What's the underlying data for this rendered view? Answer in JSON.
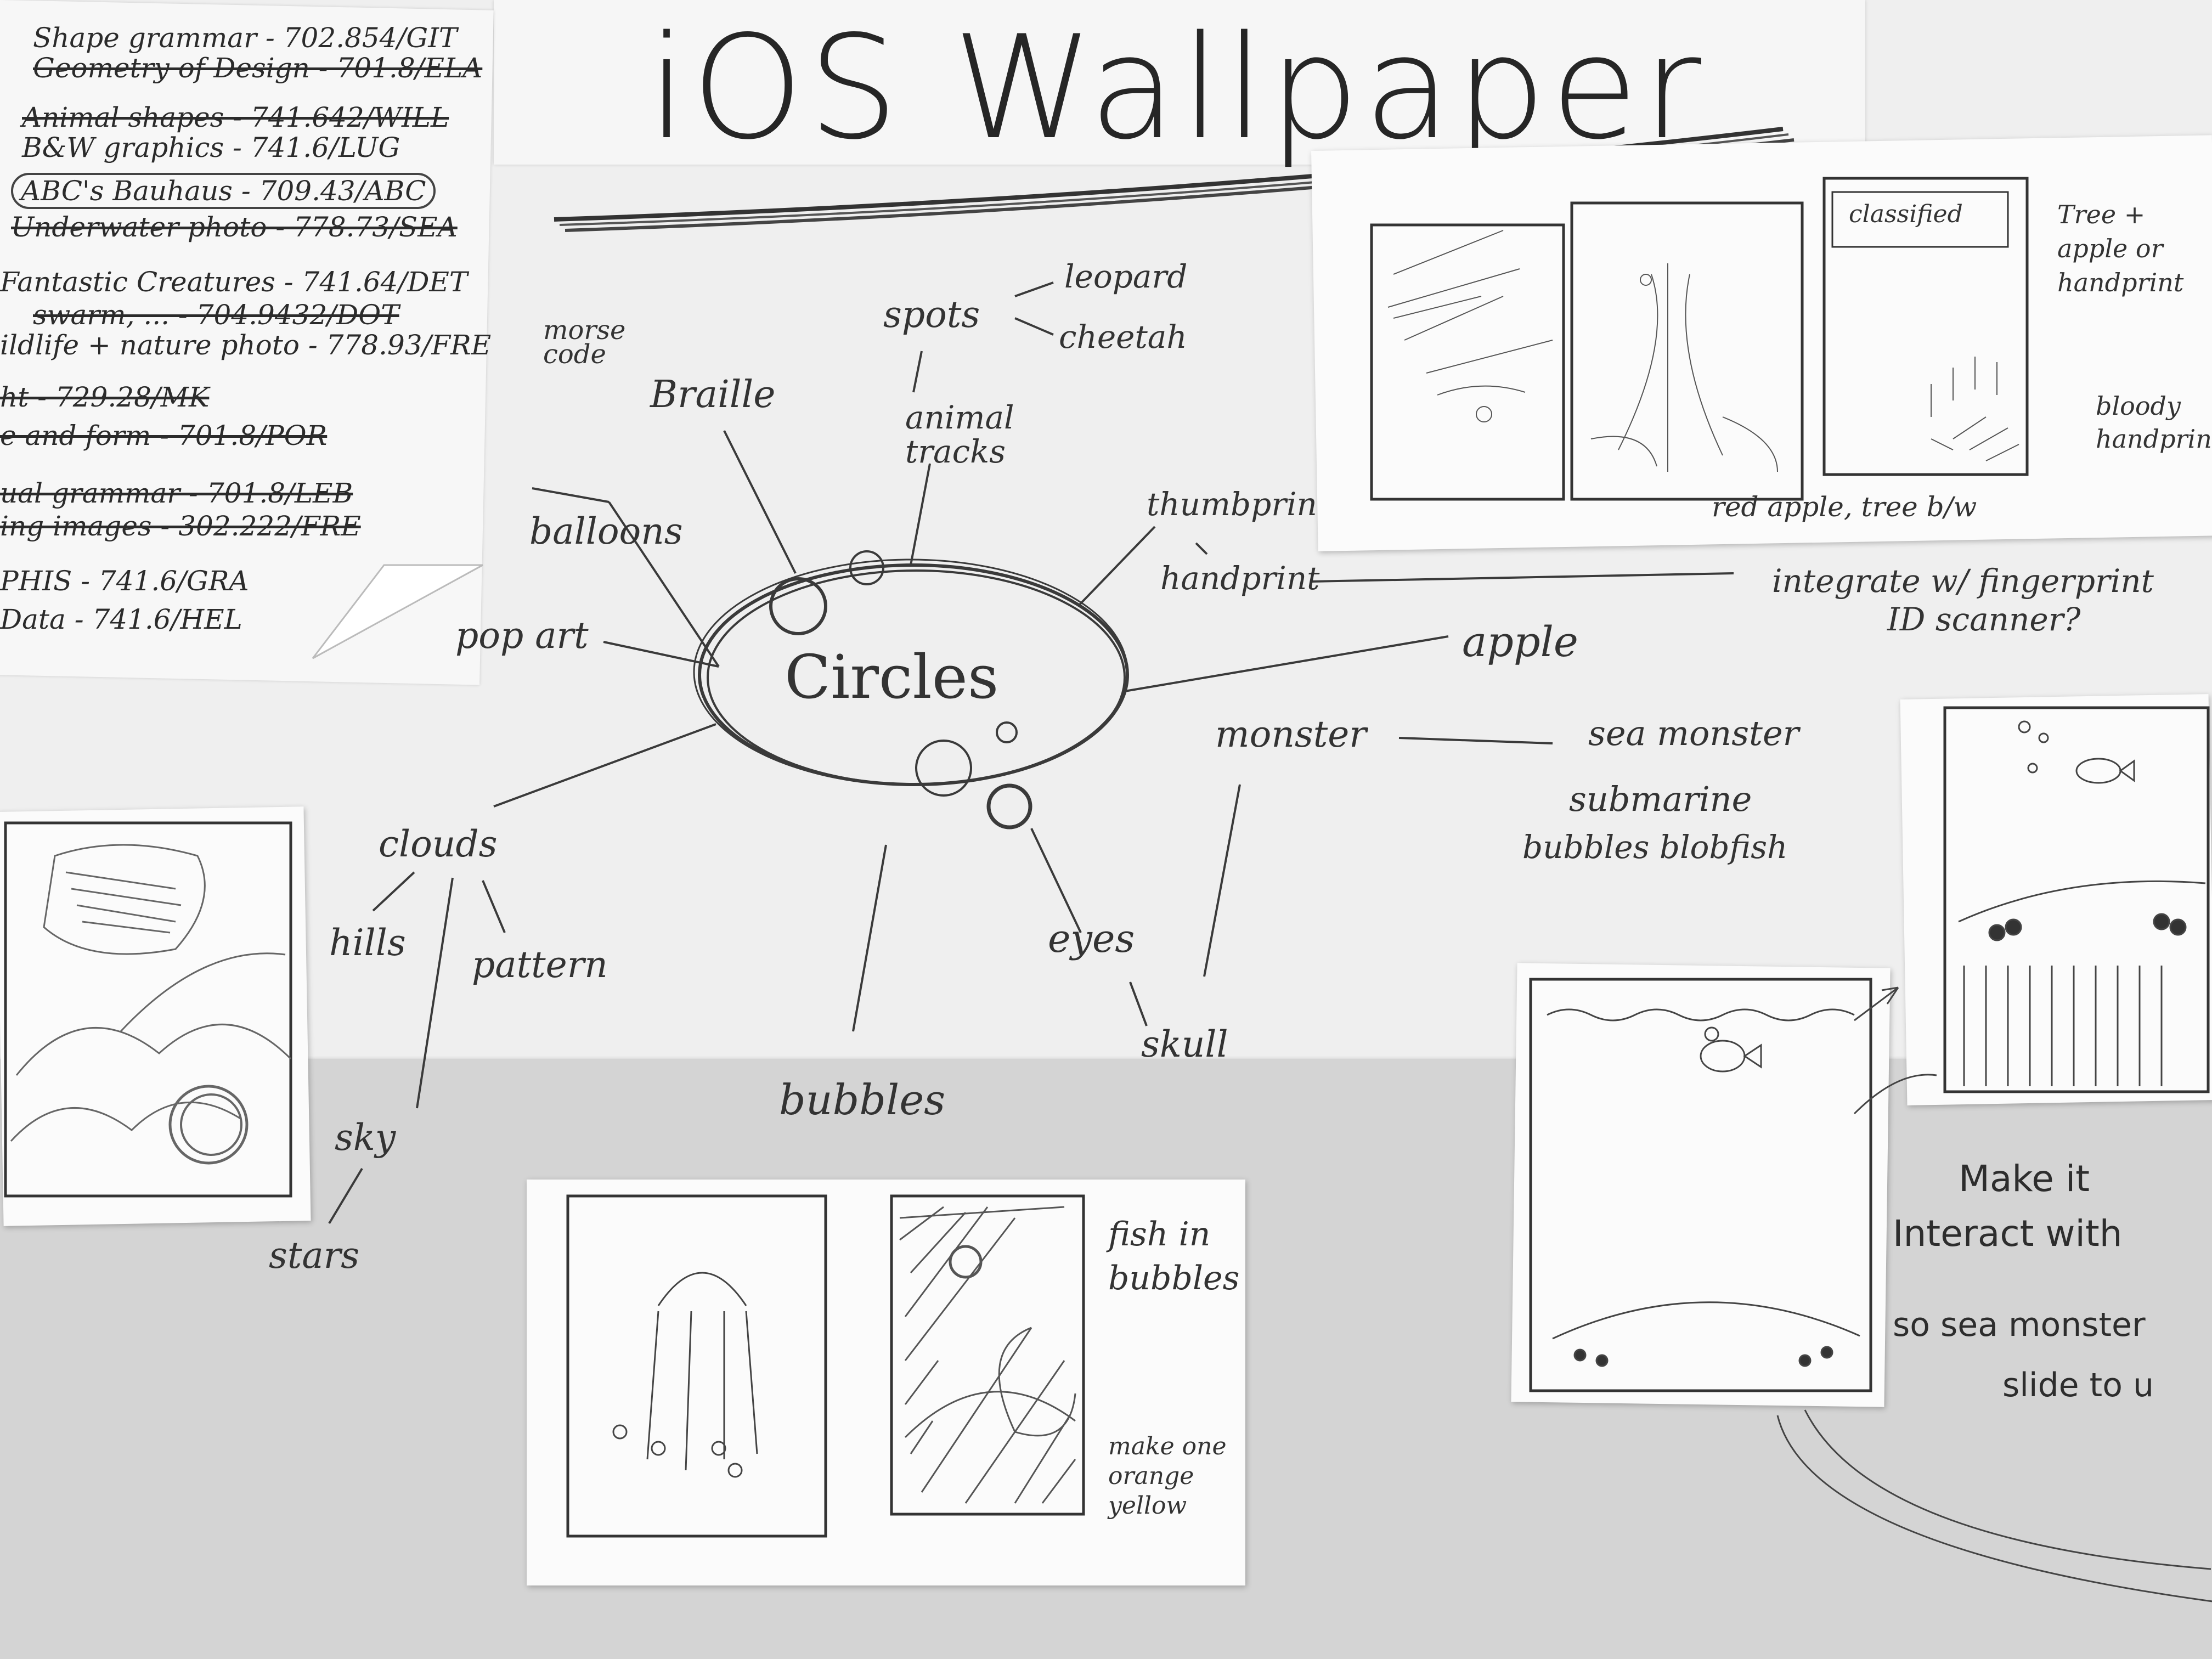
{
  "header": {
    "title": "iOS Wallpaper"
  },
  "notes_list": [
    {
      "text": "Shape grammar - 702.854/GIT",
      "struck": false
    },
    {
      "text": "Geometry of Design - 701.8/ELA",
      "struck": true
    },
    {
      "text": "Animal shapes - 741.642/WILL",
      "struck": true
    },
    {
      "text": "B&W graphics - 741.6/LUG",
      "struck": false
    },
    {
      "text": "ABC's Bauhaus - 709.43/ABC",
      "struck": false
    },
    {
      "text": "Underwater photo - 778.73/SEA",
      "struck": true
    },
    {
      "text": "Fantastic Creatures - 741.64/DET",
      "struck": false
    },
    {
      "text": "swarm, ... - 704.9432/DOT",
      "struck": true
    },
    {
      "text": "ildlife + nature photo - 778.93/FRE",
      "struck": false
    },
    {
      "text": "ht - 729.28/MK",
      "struck": true
    },
    {
      "text": "e and form - 701.8/POR",
      "struck": true
    },
    {
      "text": "ual grammar - 701.8/LEB",
      "struck": true
    },
    {
      "text": "ing images - 302.222/FRE",
      "struck": true
    },
    {
      "text": "PHIS - 741.6/GRA",
      "struck": false
    },
    {
      "text": "Data - 741.6/HEL",
      "struck": false
    }
  ],
  "mindmap": {
    "center": "Circles",
    "nodes": {
      "braille": "Braille",
      "morse": "morse code",
      "spots": "spots",
      "leopard": "leopard",
      "cheetah": "cheetah",
      "animal_tracks": "animal tracks",
      "thumbprint": "thumbprint",
      "handprint": "handprint",
      "integrate": "integrate w/ fingerprint",
      "id_scanner": "ID scanner?",
      "apple": "apple",
      "balloons": "balloons",
      "pop_art": "pop art",
      "monster": "monster",
      "sea_monster": "sea monster",
      "submarine": "submarine",
      "bubbles_blobfish": "bubbles  blobfish",
      "clouds": "clouds",
      "hills": "hills",
      "pattern": "pattern",
      "sky": "sky",
      "stars": "stars",
      "bubbles": "bubbles",
      "eyes": "eyes",
      "skull": "skull"
    }
  },
  "card_top_right": {
    "caption": "red apple, tree b/w",
    "classified": "classified",
    "side_note_1": "Tree + apple or handprint",
    "side_note_2": "bloody handprint"
  },
  "card_bottom_center": {
    "side_note_1": "fish in bubbles",
    "side_note_2": "make one orange yellow"
  },
  "right_note": {
    "line1": "Make it",
    "line2": "Interact with",
    "line3": "so sea monster",
    "line4": "slide to u"
  }
}
